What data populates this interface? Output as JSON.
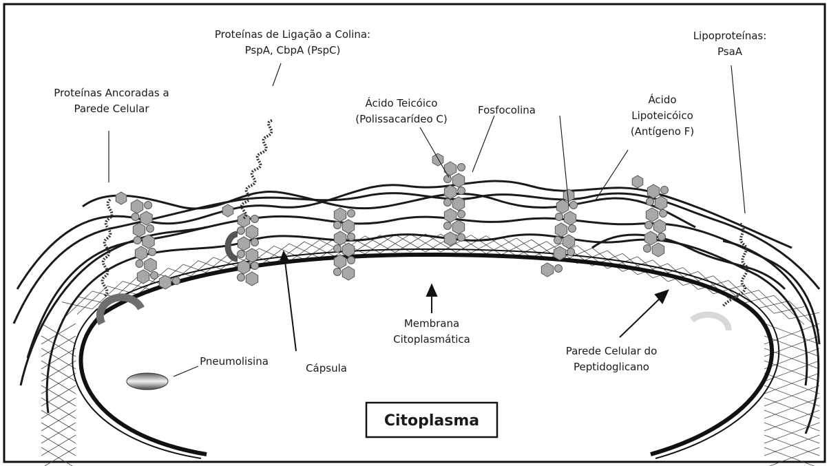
{
  "labels": {
    "choline_binding_line1": "Proteínas  de Ligação a Colina:",
    "choline_binding_line2": "PspA, CbpA (PspC)",
    "lipoproteins_line1": "Lipoproteínas:",
    "lipoproteins_line2": "PsaA",
    "anchored_line1": "Proteínas Ancoradas a",
    "anchored_line2": "Parede Celular",
    "teichoic_line1": "Ácido Teicóico",
    "teichoic_line2": "(Polissacarídeo C)",
    "phosphocholine": "Fosfocolina",
    "lipoteichoic_line1": "Ácido",
    "lipoteichoic_line2": "Lipoteicóico",
    "lipoteichoic_line3": "(Antígeno F)",
    "membrane_line1": "Membrana",
    "membrane_line2": "Citoplasmática",
    "cellwall_line1": "Parede Celular do",
    "cellwall_line2": "Peptidoglicano",
    "pneumolysin": "Pneumolisina",
    "capsule": "Cápsula",
    "cytoplasm": "Citoplasma"
  },
  "colors": {
    "hexagon_fill": "#a8a8a8",
    "hexagon_stroke": "#555555",
    "strand": "#1a1a1a",
    "anchor_protein": "#6e6e6e",
    "lipoprotein_anchor": "#d8d8d8"
  }
}
